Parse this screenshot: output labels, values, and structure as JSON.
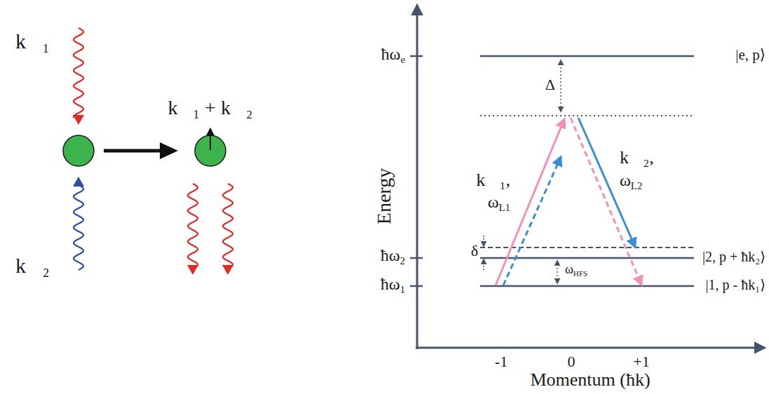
{
  "diagram": {
    "labels": [
      "k⃗₁",
      "k⃗₂",
      "k⃗₁ + k⃗₂",
      "Energy",
      "ħωe",
      "ħω2",
      "ħω1",
      "|e, p⟩",
      "Δ",
      "k⃗₁,",
      "ωL1",
      "k⃗₂,",
      "ωL2",
      "δ",
      "ωHFS",
      "|2, p + ħk₂⟩",
      "|1, p - ħk₁⟩",
      "-1",
      "0",
      "+1",
      "Momentum (ħk)"
    ]
  }
}
